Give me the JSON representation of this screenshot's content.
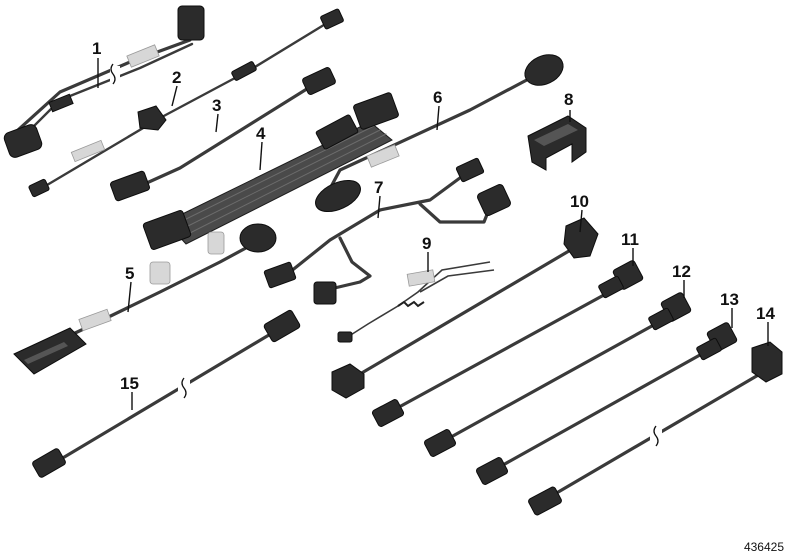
{
  "callouts": [
    "1",
    "2",
    "3",
    "4",
    "5",
    "6",
    "7",
    "8",
    "9",
    "10",
    "11",
    "12",
    "13",
    "14",
    "15"
  ],
  "diagram_id": "436425",
  "colors": {
    "cable": "#3a3a3a",
    "connector": "#2b2b2b",
    "tape": "#d7d7d7",
    "label": "#111111"
  }
}
